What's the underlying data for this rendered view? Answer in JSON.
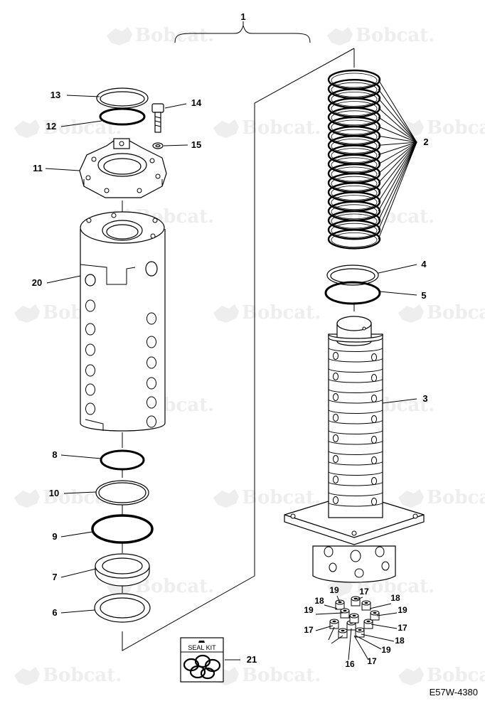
{
  "watermark": {
    "brand_text": "Bobcat",
    "color": "#eeeeee"
  },
  "callouts": {
    "c1": "1",
    "c2": "2",
    "c3": "3",
    "c4": "4",
    "c5": "5",
    "c6": "6",
    "c7": "7",
    "c8": "8",
    "c9": "9",
    "c10": "10",
    "c11": "11",
    "c12": "12",
    "c13": "13",
    "c14": "14",
    "c15": "15",
    "c20": "20",
    "c21": "21",
    "c16": "16",
    "c17a": "17",
    "c17b": "17",
    "c17c": "17",
    "c17d": "17",
    "c18a": "18",
    "c18b": "18",
    "c18c": "18",
    "c19a": "19",
    "c19b": "19",
    "c19c": "19",
    "c19d": "19"
  },
  "seal_kit": {
    "label": "SEAL KIT"
  },
  "drawing_number": "E57W-4380"
}
